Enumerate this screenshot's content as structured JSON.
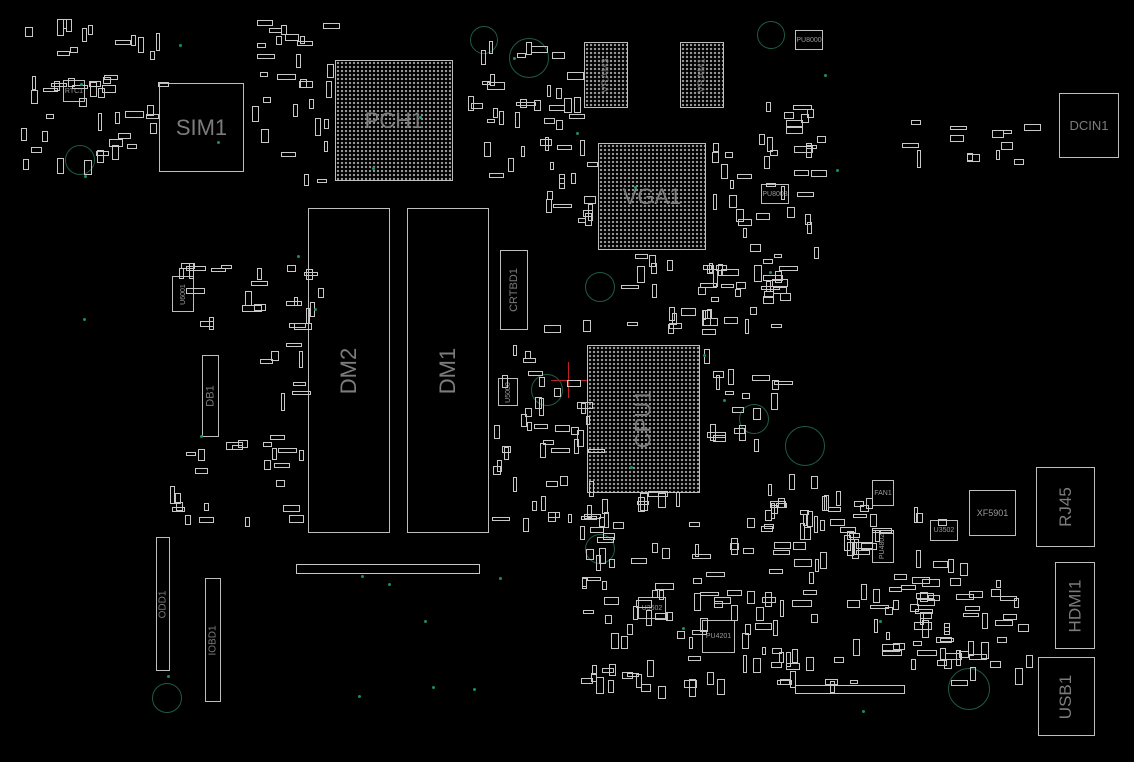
{
  "board": {
    "components": {
      "sim1": "SIM1",
      "rtc1": "RTC1",
      "pch1": "PCH1",
      "vram3": "VRAM3",
      "vram1": "VRAM1",
      "vga1": "VGA1",
      "dcin1": "DCIN1",
      "pu8000": "PU8000",
      "pu8003": "PU8003",
      "dm2": "DM2",
      "dm1": "DM1",
      "crtbd1": "CRTBD1",
      "u6001": "U6001",
      "db1": "DB1",
      "cpu1": "CPU1",
      "u5000": "U5000",
      "odd1": "ODD1",
      "iobd1": "IOBD1",
      "fan1": "FAN1",
      "xf5901": "XF5901",
      "rj45": "RJ45",
      "u3502": "U3502",
      "pu4802": "PU4802",
      "u3602": "U3602",
      "pu4201": "PU4201",
      "hdmi1": "HDMI1",
      "usb1": "USB1"
    },
    "colors": {
      "background": "#000000",
      "outline": "#bdbdbd",
      "label": "#7c7c7c",
      "hole": "#1f5a4a",
      "via": "#1b8a70",
      "cursor": "#c02020"
    }
  }
}
